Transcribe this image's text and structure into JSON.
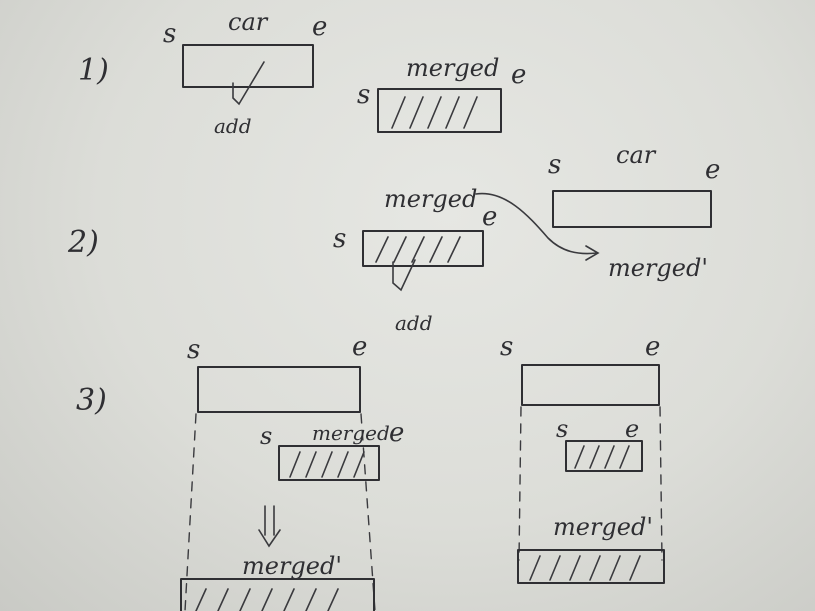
{
  "step_labels": {
    "step1": "1)",
    "step2": "2)",
    "step3": "3)"
  },
  "labels": {
    "start": "s",
    "end": "e",
    "car": "car",
    "merged": "merged",
    "merged_prime": "merged'",
    "add": "add"
  },
  "colors": {
    "paper": "#dcddd8",
    "ink": "#2f2f33"
  }
}
